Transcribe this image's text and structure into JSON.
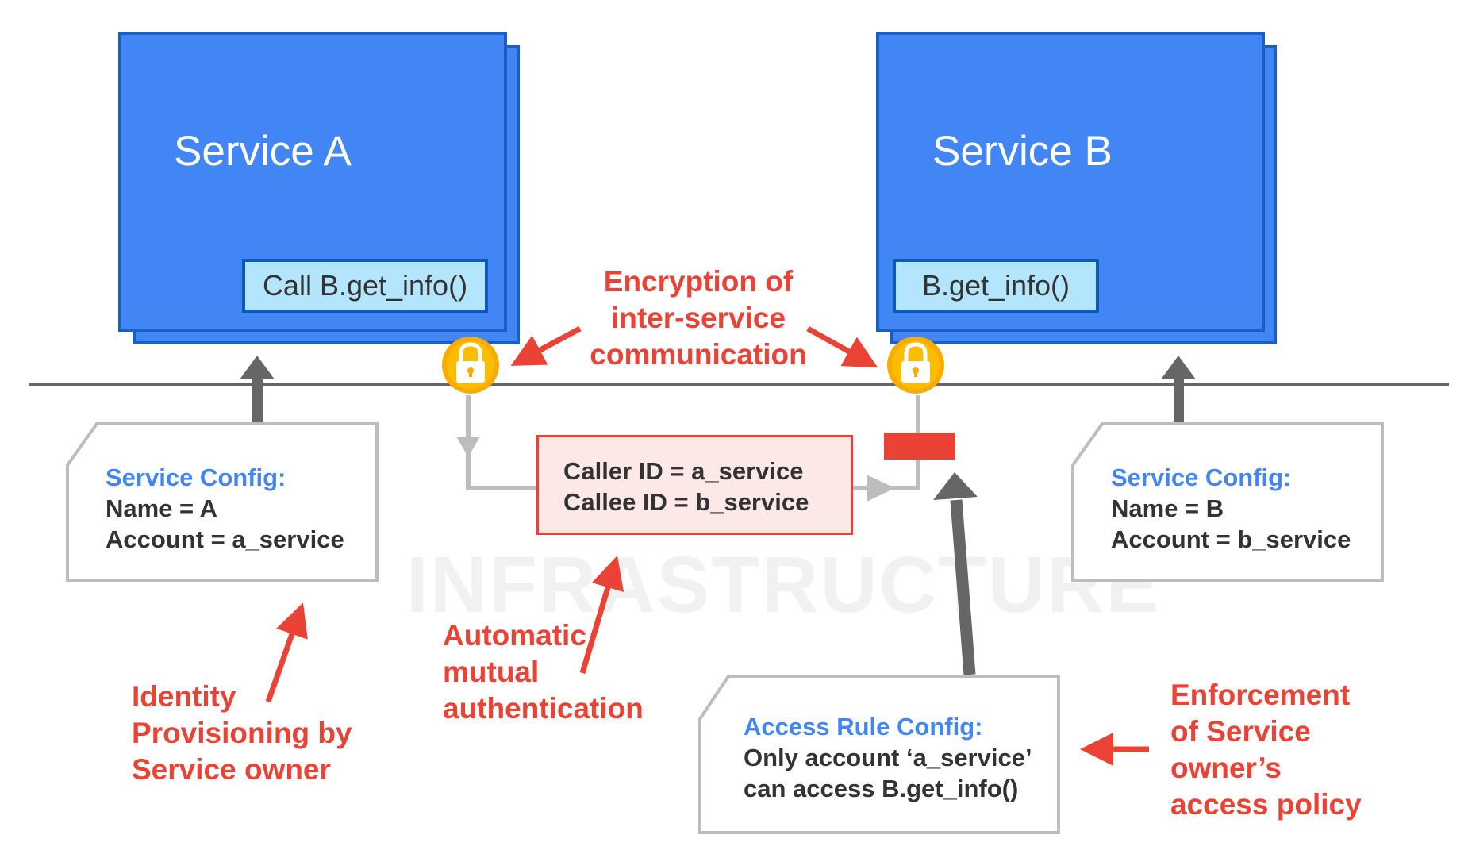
{
  "services": {
    "a": {
      "title": "Service A",
      "method": "Call B.get_info()"
    },
    "b": {
      "title": "Service B",
      "method": "B.get_info()"
    }
  },
  "config_a": {
    "title": "Service Config:",
    "line1": "Name = A",
    "line2": "Account  = a_service"
  },
  "config_b": {
    "title": "Service Config:",
    "line1": "Name = B",
    "line2": "Account  = b_service"
  },
  "auth": {
    "line1": "Caller  ID = a_service",
    "line2": "Callee ID =  b_service"
  },
  "access_rule": {
    "title": "Access Rule Config:",
    "line1": "Only account ‘a_service’",
    "line2": "can access B.get_info()"
  },
  "annotations": {
    "encryption": [
      "Encryption of",
      "inter-service",
      "communication"
    ],
    "identity": [
      "Identity",
      "Provisioning by",
      "Service owner"
    ],
    "mutual": [
      "Automatic",
      "mutual",
      "authentication"
    ],
    "enforcement": [
      "Enforcement",
      "of Service",
      "owner’s",
      "access policy"
    ]
  },
  "watermark": "INFRASTRUCTURE",
  "colors": {
    "blue": "#4285f4",
    "dark_blue": "#1a5fc8",
    "light_blue": "#b3e5fc",
    "red": "#ea4335",
    "gray": "#666666",
    "lock": "#f9ab00"
  }
}
